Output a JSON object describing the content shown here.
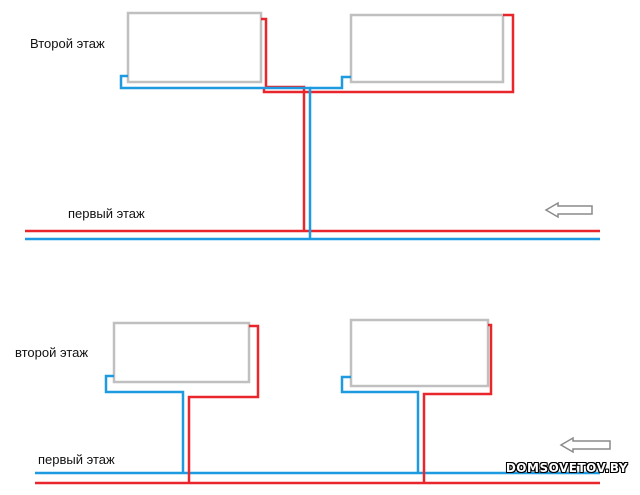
{
  "labels": {
    "top_second_floor": "Второй этаж",
    "top_first_floor": "первый этаж",
    "bottom_second_floor": "второй этаж",
    "bottom_first_floor": "первый этаж"
  },
  "watermark": "DOMSOVETOV.BY",
  "colors": {
    "supply": "#e8262b",
    "return": "#1e9be0",
    "radiator": "#c0c0c0",
    "arrow": "#8a8a8a"
  }
}
